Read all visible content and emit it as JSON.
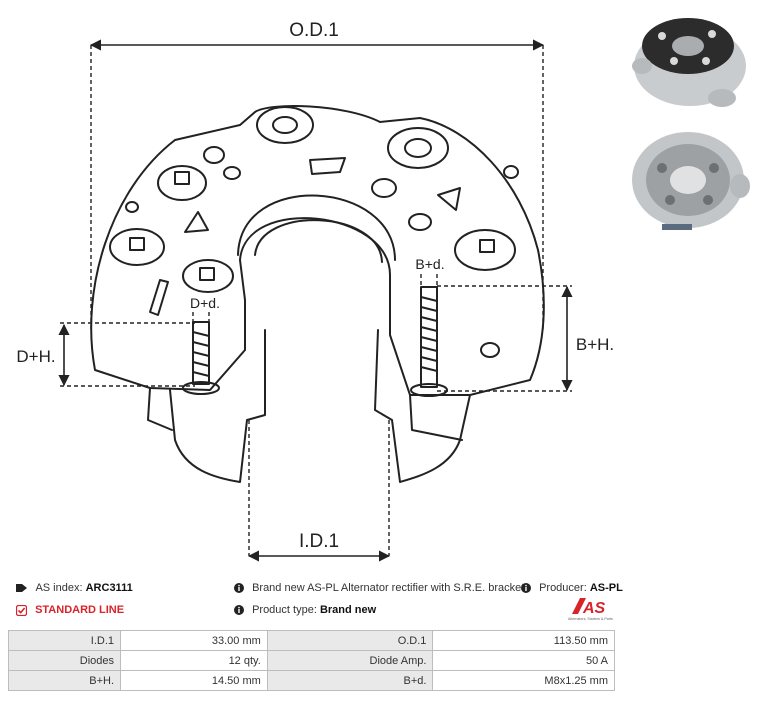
{
  "dimensions": {
    "od": "O.D.1",
    "id": "I.D.1",
    "dh": "D+H.",
    "dd": "D+d.",
    "bh": "B+H.",
    "bd": "B+d."
  },
  "info": {
    "as_index_label": "AS index:",
    "as_index_value": "ARC3111",
    "description": "Brand new AS-PL Alternator rectifier with S.R.E. bracket",
    "producer_label": "Producer:",
    "producer_value": "AS-PL",
    "line_label": "STANDARD LINE",
    "product_type_label": "Product type:",
    "product_type_value": "Brand new"
  },
  "logo": {
    "mark": "AS",
    "tagline": "Alternators, Starters & Parts"
  },
  "specs": [
    {
      "l1": "I.D.1",
      "v1": "33.00 mm",
      "l2": "O.D.1",
      "v2": "113.50 mm"
    },
    {
      "l1": "Diodes",
      "v1": "12 qty.",
      "l2": "Diode Amp.",
      "v2": "50 A"
    },
    {
      "l1": "B+H.",
      "v1": "14.50 mm",
      "l2": "B+d.",
      "v2": "M8x1.25 mm"
    }
  ],
  "colors": {
    "accent": "#d8232a",
    "line": "#222222"
  }
}
